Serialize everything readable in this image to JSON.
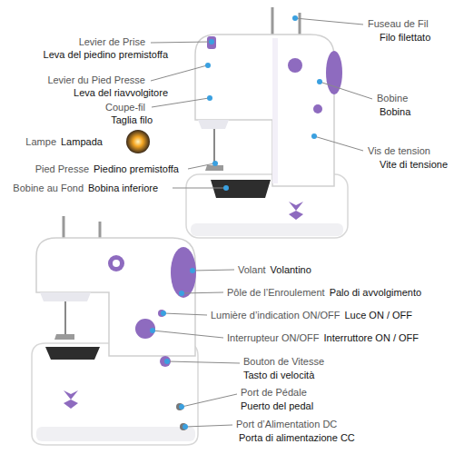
{
  "diagram": {
    "labels": [
      "Levier de Prise",
      "Leva del piedino premistoffa",
      "Levier du Pied Presse",
      "Leva del riavvolgitore",
      "Coupe-fil",
      "Taglia filo",
      "Lampe",
      "Lampada",
      "Pied Presse",
      "Piedino premistoffa",
      "Bobine au Fond",
      "Bobina inferiore",
      "Fuseau de Fil",
      "Filo filettato",
      "Bobine",
      "Bobina",
      "Vis de tension",
      "Vite di tensione",
      "Volant",
      "Volantino",
      "Pôle de l’Enroulement",
      "Palo di avvolgimento",
      "Lumière d’indication ON/OFF",
      "Luce ON / OFF",
      "Interrupteur ON/OFF",
      "Interruttore ON / OFF",
      "Bouton de Vitesse",
      "Tasto di velocità",
      "Port de Pédale",
      "Puerto del pedal",
      "Port d’Alimentation DC",
      "Porta di alimentazione CC"
    ]
  }
}
